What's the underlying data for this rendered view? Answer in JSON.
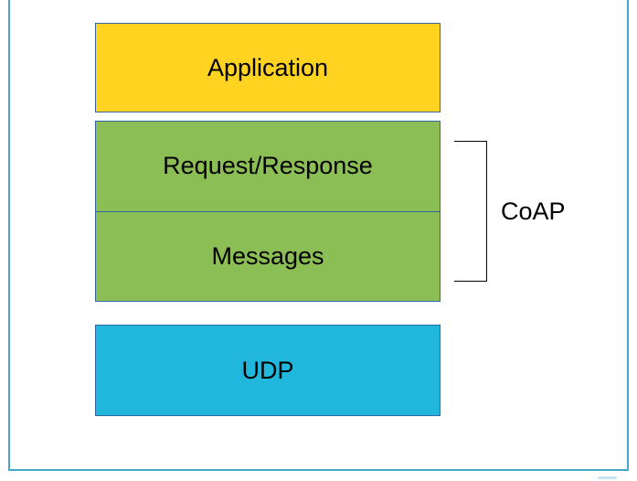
{
  "diagram": {
    "kind": "protocol-stack",
    "colors": {
      "application_fill": "#FFD320",
      "coap_fill": "#8CBE56",
      "udp_fill": "#21B6DC",
      "box_border": "#3465A4",
      "page_frame": "#45A6C9",
      "bracket": "#000000",
      "text": "#000000"
    },
    "layers": [
      {
        "id": "application",
        "label": "Application",
        "fill": "#FFD320"
      },
      {
        "id": "request-response",
        "label": "Request/Response",
        "fill": "#8CBE56",
        "group": "CoAP"
      },
      {
        "id": "messages",
        "label": "Messages",
        "fill": "#8CBE56",
        "group": "CoAP"
      },
      {
        "id": "udp",
        "label": "UDP",
        "fill": "#21B6DC"
      }
    ],
    "coap_group": {
      "label": "CoAP"
    }
  }
}
